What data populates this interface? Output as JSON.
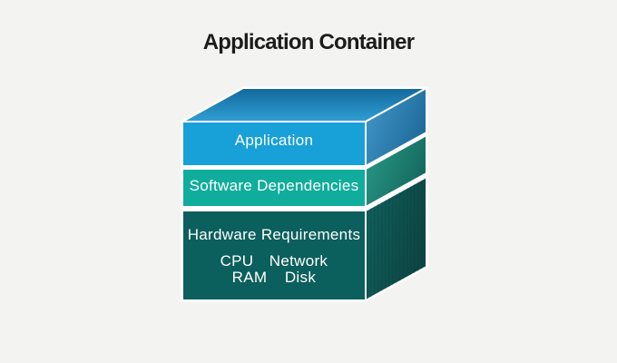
{
  "title": "Application Container",
  "colors": {
    "background": "#f3f3f1",
    "title_text": "#1c1c1a",
    "label_text": "#ffffff",
    "edge": "#ffffff",
    "top_face_back": "#13689a",
    "top_face_front": "#2f9fd4",
    "layer1_front": "#18a0d9",
    "layer1_side_near": "#4499cb",
    "layer1_side_far": "#1e6b9b",
    "layer2_front": "#10ad9c",
    "layer2_side_near": "#2b9c8a",
    "layer2_side_far": "#14695e",
    "layer3_front": "#0b5f5d",
    "layer3_side_near": "#11625f",
    "layer3_side_far": "#0c4543"
  },
  "cube": {
    "layers": [
      {
        "id": "application",
        "label": "Application"
      },
      {
        "id": "software-dependencies",
        "label": "Software Dependencies"
      },
      {
        "id": "hardware-requirements",
        "label": "Hardware Requirements",
        "items": [
          "CPU",
          "Network",
          "RAM",
          "Disk"
        ]
      }
    ]
  }
}
